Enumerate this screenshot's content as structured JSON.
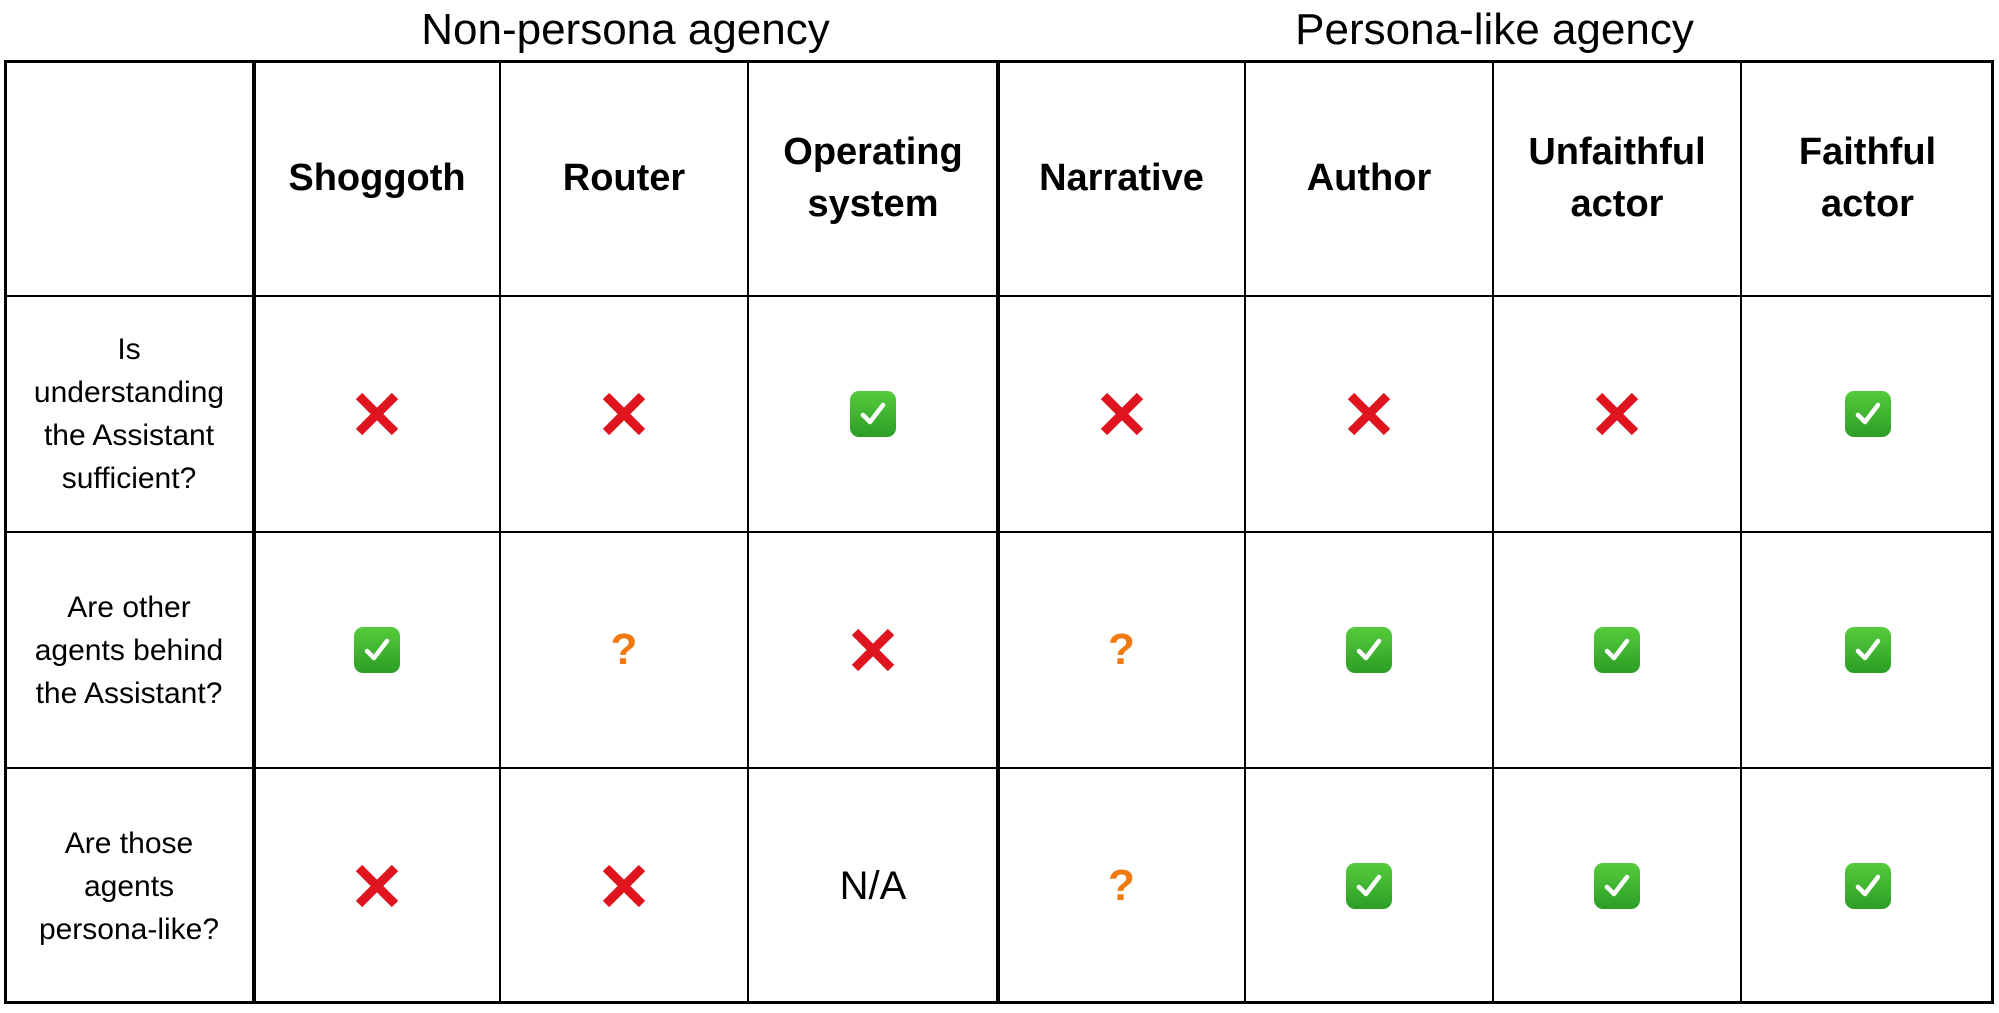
{
  "groups": {
    "non_persona": "Non-persona agency",
    "persona_like": "Persona-like agency"
  },
  "columns": [
    {
      "line1": "Shoggoth",
      "line2": ""
    },
    {
      "line1": "Router",
      "line2": ""
    },
    {
      "line1": "Operating",
      "line2": "system"
    },
    {
      "line1": "Narrative",
      "line2": ""
    },
    {
      "line1": "Author",
      "line2": ""
    },
    {
      "line1": "Unfaithful",
      "line2": "actor"
    },
    {
      "line1": "Faithful",
      "line2": "actor"
    }
  ],
  "rows": [
    {
      "question": [
        "Is",
        "understanding",
        "the Assistant",
        "sufficient?"
      ],
      "cells": [
        "cross",
        "cross",
        "check",
        "cross",
        "cross",
        "cross",
        "check"
      ]
    },
    {
      "question": [
        "Are other",
        "agents behind",
        "the Assistant?"
      ],
      "cells": [
        "check",
        "question",
        "cross",
        "question",
        "check",
        "check",
        "check"
      ]
    },
    {
      "question": [
        "Are those",
        "agents",
        "persona-like?"
      ],
      "cells": [
        "cross",
        "cross",
        "N/A",
        "question",
        "check",
        "check",
        "check"
      ]
    }
  ],
  "marks": {
    "question_glyph": "?",
    "check_icon": "check-mark-button-icon",
    "cross_icon": "cross-mark-icon",
    "question_icon": "question-mark-icon"
  },
  "colors": {
    "check": "#36b52a",
    "cross": "#e0141e",
    "question": "#f07a10"
  }
}
